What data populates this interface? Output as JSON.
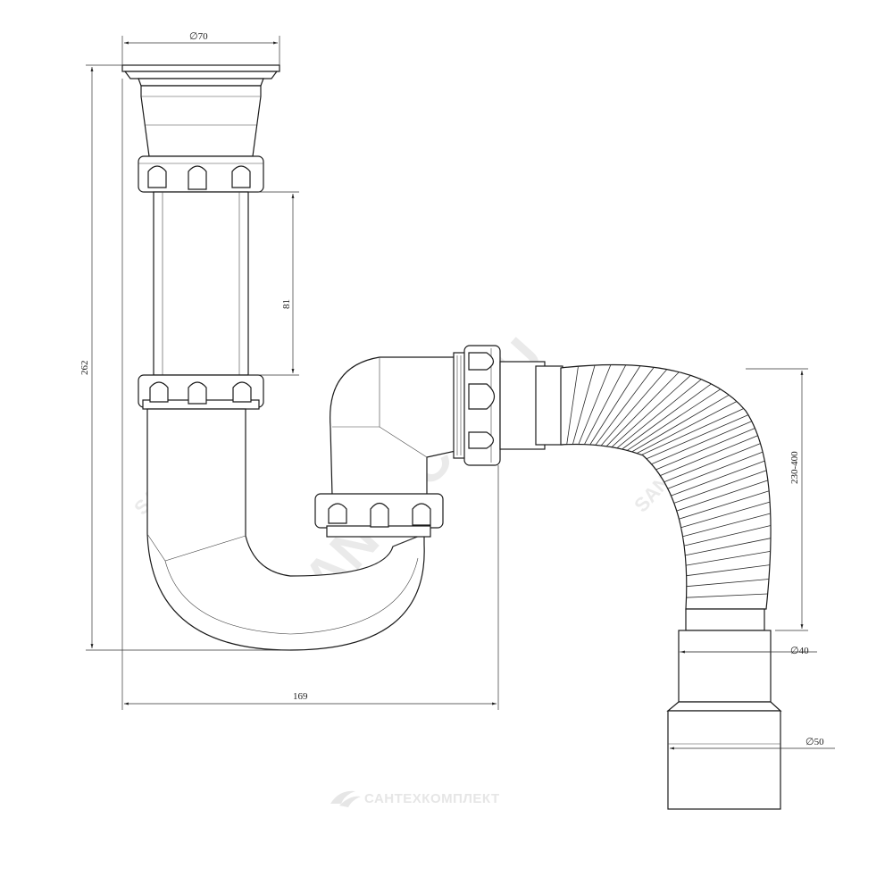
{
  "dimensions": {
    "top_diameter": "∅70",
    "total_height": "262",
    "tube_length": "81",
    "total_width": "169",
    "flex_length": "230-400",
    "outlet_diameter_small": "∅40",
    "outlet_diameter_large": "∅50"
  },
  "watermark": {
    "main": "SANTECH.RU",
    "left": "SANTECH.RU",
    "right": "SANTECH.RU"
  },
  "footer_logo": {
    "text": "САНТЕХКОМПЛЕКТ",
    "icon": "swoosh-logo-icon"
  },
  "colors": {
    "line": "#1a1a1a",
    "watermark": "#eaeaea"
  }
}
